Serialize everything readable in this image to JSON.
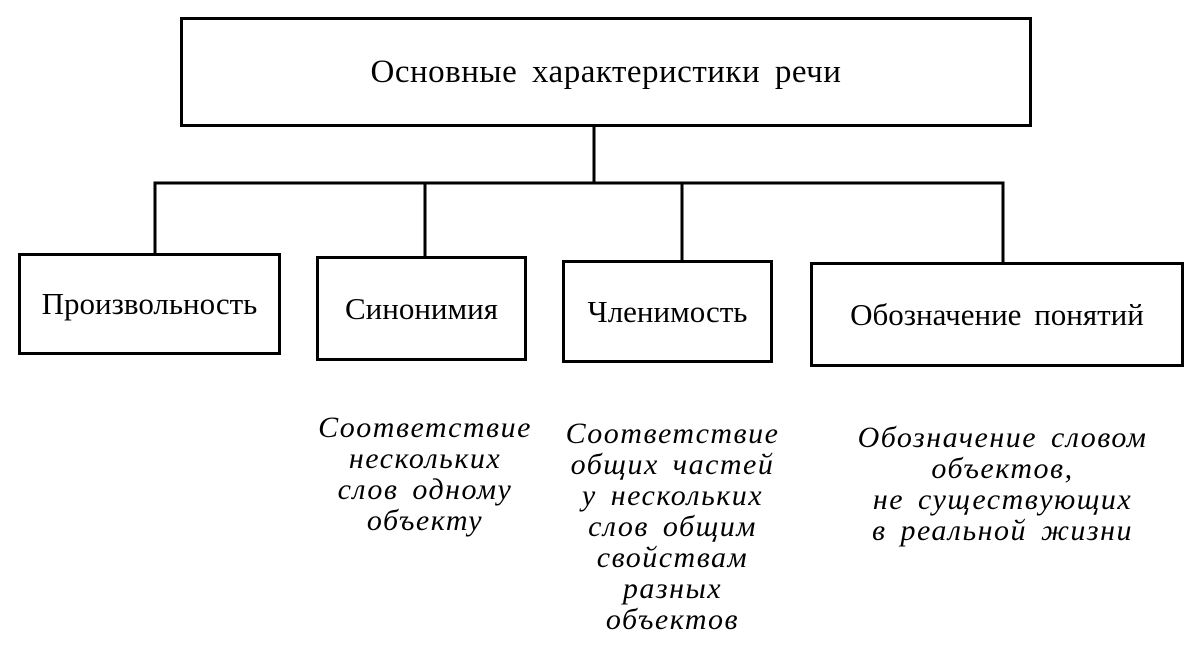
{
  "diagram": {
    "root": {
      "label": "Основные характеристики речи"
    },
    "children": [
      {
        "label": "Произвольность",
        "description": ""
      },
      {
        "label": "Синонимия",
        "description": "Соответствие\nнескольких\nслов одному\nобъекту"
      },
      {
        "label": "Членимость",
        "description": "Соответствие\nобщих частей\nу нескольких\nслов общим\nсвойствам\nразных\nобъектов"
      },
      {
        "label": "Обозначение понятий",
        "description": "Обозначение словом\nобъектов,\nне существующих\nв реальной жизни"
      }
    ],
    "colors": {
      "line": "#000000",
      "background": "#ffffff"
    }
  }
}
